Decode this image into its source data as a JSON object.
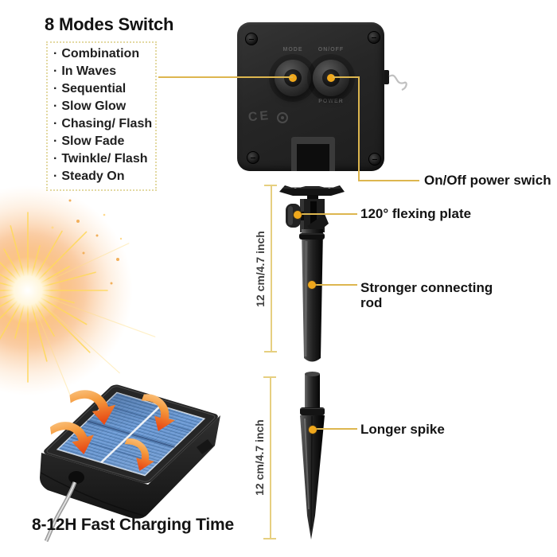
{
  "annotations": {
    "modes": {
      "title": "8 Modes Switch",
      "bullet": "·",
      "items": [
        "Combination",
        "In Waves",
        "Sequential",
        "Slow Glow",
        "Chasing/ Flash",
        "Slow Fade",
        "Twinkle/ Flash",
        "Steady On"
      ]
    },
    "callouts": {
      "power_switch": "On/Off power swich",
      "flexing_plate": "120° flexing plate",
      "connecting_rod": "Stronger connecting rod",
      "longer_spike": "Longer spike"
    },
    "measurements": {
      "rod_length": "12 cm/4.7 inch",
      "spike_length": "12 cm/4.7 inch"
    },
    "caption": "8-12H Fast Charging Time"
  },
  "device_labels": {
    "mode": "MODE",
    "onoff": "ON/OFF",
    "power": "POWER",
    "ce": "CE"
  },
  "colors": {
    "callout_line": "#ddb64f",
    "measure_line": "#e6cf80",
    "anchor_dot": "#f0a81c",
    "panel_blue": "#6697d2",
    "arrow_orange": "#e8531d",
    "sun_orange": "#f9a85e",
    "device_black": "#262626"
  }
}
